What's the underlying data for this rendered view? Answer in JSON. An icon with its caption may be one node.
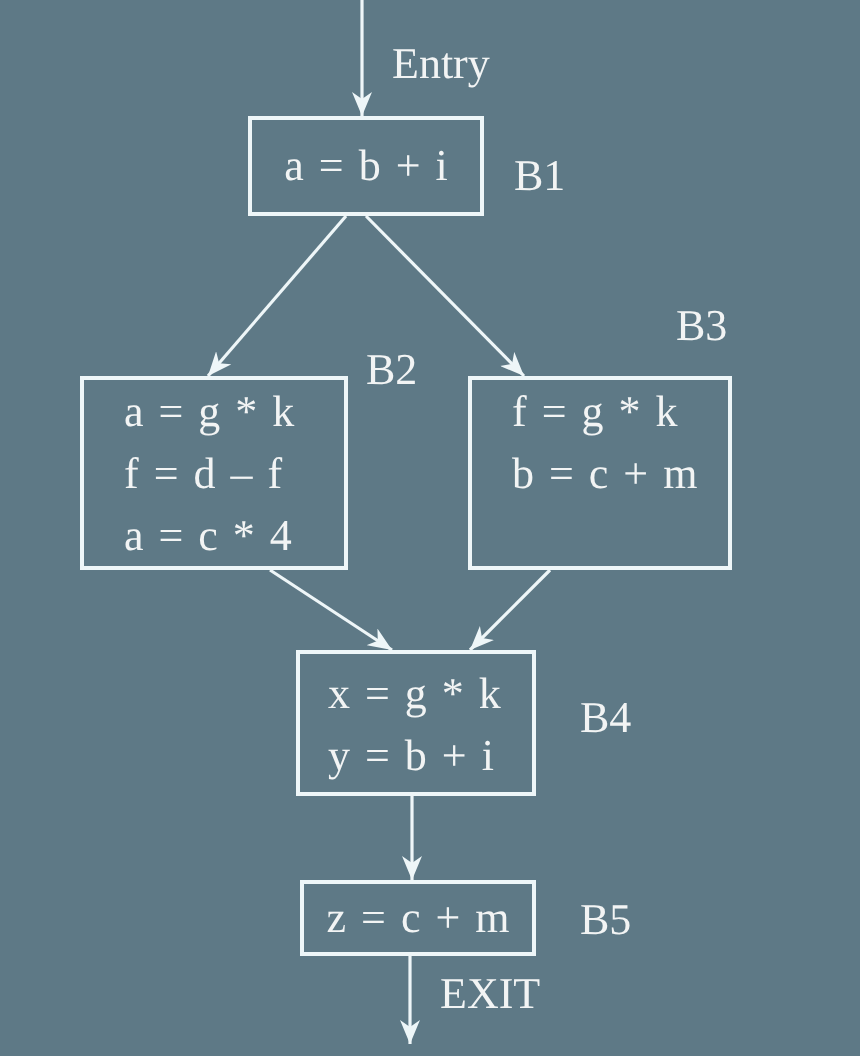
{
  "diagram": {
    "nodes": [
      {
        "text": [
          "a = b + i"
        ],
        "beside": [
          "B1"
        ]
      },
      {
        "text": [
          "a = g * k",
          "f = d – f",
          "a = c * 4"
        ],
        "beside": [
          "B2"
        ]
      },
      {
        "text": [
          "f = g * k",
          "b = c + m"
        ],
        "beside": [
          "B3"
        ]
      },
      {
        "text": [
          "x = g * k",
          "y = b + i"
        ],
        "beside": [
          "B4"
        ]
      },
      {
        "text": [
          "z = c + m"
        ],
        "beside": [
          "B5"
        ]
      }
    ],
    "edges": [
      {
        "from": null,
        "to": 0,
        "arrow": "to",
        "label": "Entry"
      },
      {
        "from": 0,
        "to": 1,
        "arrow": "to"
      },
      {
        "from": 0,
        "to": 2,
        "arrow": "to"
      },
      {
        "from": 1,
        "to": 3,
        "arrow": "to"
      },
      {
        "from": 2,
        "to": 3,
        "arrow": "to"
      },
      {
        "from": 3,
        "to": 4,
        "arrow": "to"
      },
      {
        "from": 4,
        "to": null,
        "arrow": "to",
        "label": "EXIT"
      }
    ]
  }
}
